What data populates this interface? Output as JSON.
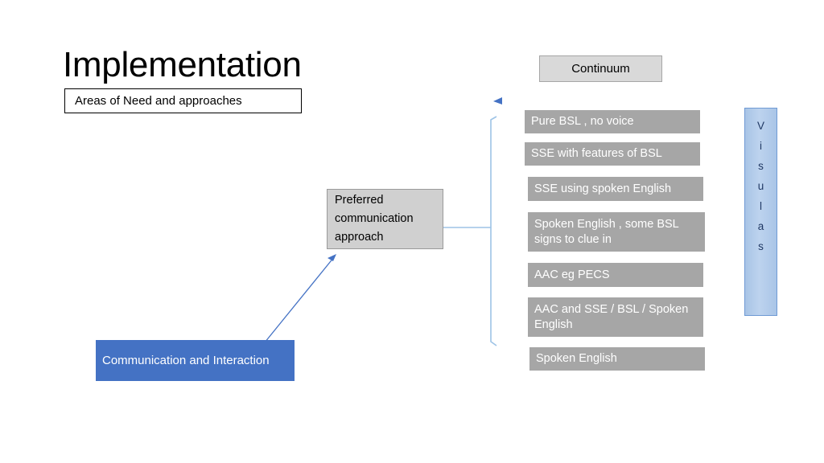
{
  "page": {
    "title": "Implementation",
    "subtitle": "Areas of Need and approaches"
  },
  "continuum_header": {
    "label": "Continuum"
  },
  "continuum_items": [
    {
      "label": "Pure BSL , no voice"
    },
    {
      "label": "SSE with features of BSL"
    },
    {
      "label": "SSE using spoken English"
    },
    {
      "label": "Spoken English , some BSL signs to clue in"
    },
    {
      "label": "AAC eg PECS"
    },
    {
      "label": "AAC and SSE / BSL / Spoken English"
    },
    {
      "label": "Spoken English"
    }
  ],
  "preferred": {
    "label": "Preferred communication approach"
  },
  "source": {
    "label": "Communication and Interaction"
  },
  "vertical_label": {
    "text": "Visulas",
    "letters": [
      "V",
      "i",
      "s",
      "u",
      "l",
      "a",
      "s"
    ]
  },
  "colors": {
    "item_box": "#a6a6a6",
    "continuum_box": "#d9d9d9",
    "preferred_box": "#d0d0d0",
    "source_box": "#4472c4",
    "vertical_box": "#b4cde9",
    "vertical_text": "#1f3864",
    "bracket": "#9dc3e6",
    "arrow": "#4472c4"
  }
}
